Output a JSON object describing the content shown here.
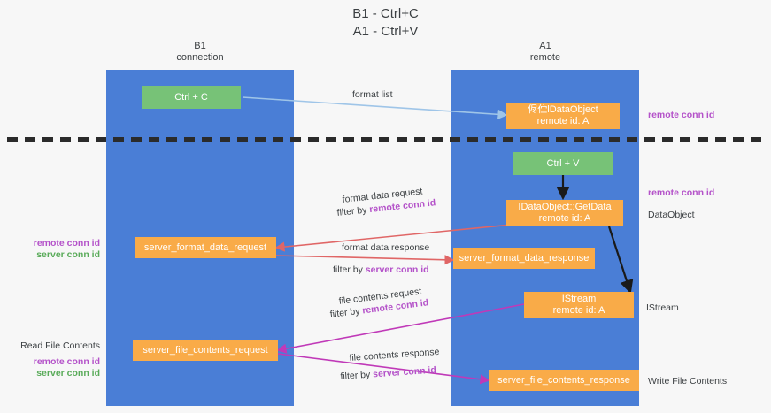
{
  "title": "B1 - Ctrl+C\nA1 - Ctrl+V",
  "lanes": [
    {
      "id": "b1",
      "label": "B1\nconnection"
    },
    {
      "id": "a1",
      "label": "A1\nremote"
    }
  ],
  "boxes": [
    {
      "name": "ctrl-c-box",
      "text": "Ctrl + C",
      "color": "#77c277"
    },
    {
      "name": "idataobject-box",
      "text": "侭伫lDataObject\nremote id: A",
      "color": "#f9ab48"
    },
    {
      "name": "ctrl-v-box",
      "text": "Ctrl + V",
      "color": "#77c277"
    },
    {
      "name": "idataobject-getdata-box",
      "text": "IDataObject::GetData\nremote id: A",
      "color": "#f9ab48"
    },
    {
      "name": "server-format-data-request-box",
      "text": "server_format_data_request",
      "color": "#f9ab48"
    },
    {
      "name": "server-format-data-response-box",
      "text": "server_format_data_response",
      "color": "#f9ab48"
    },
    {
      "name": "istream-box",
      "text": "IStream\nremote id: A",
      "color": "#f9ab48"
    },
    {
      "name": "server-file-contents-request-box",
      "text": "server_file_contents_request",
      "color": "#f9ab48"
    },
    {
      "name": "server-file-contents-response-box",
      "text": "server_file_contents_response",
      "color": "#f9ab48"
    }
  ],
  "edges": [
    {
      "name": "format-list-edge",
      "label": "format list",
      "filter": "",
      "filter_kind": ""
    },
    {
      "name": "format-data-request-edge",
      "label": "format data request",
      "filter": "remote conn id",
      "filter_kind": "purple",
      "prefix": "filter by "
    },
    {
      "name": "format-data-response-edge",
      "label": "format data response",
      "filter": "server conn id",
      "filter_kind": "purple",
      "prefix": "filter by "
    },
    {
      "name": "file-contents-request-edge",
      "label": "file contents request",
      "filter": "remote conn id",
      "filter_kind": "purple",
      "prefix": "filter by "
    },
    {
      "name": "file-contents-response-edge",
      "label": "file contents response",
      "filter": "server conn id",
      "filter_kind": "purple",
      "prefix": "filter by "
    }
  ],
  "annotations": {
    "right_top_conn": "remote conn id",
    "right_mid_conn": "remote conn id",
    "right_dataobject": "DataObject",
    "right_istream": "IStream",
    "right_write_file": "Write File Contents",
    "left_mid_remote": "remote conn id",
    "left_mid_server": "server conn id",
    "left_read_file": "Read File Contents",
    "left_low_remote": "remote conn id",
    "left_low_server": "server conn id"
  },
  "colors": {
    "lane": "#4a7ed6",
    "orange": "#f9ab48",
    "green": "#77c277",
    "purple": "#b452c9",
    "green_text": "#5aab5a",
    "red_arrow": "#e06666",
    "magenta_arrow": "#c039b8",
    "blue_arrow": "#9fc5e8",
    "black_arrow": "#1a1a1a",
    "background": "#f7f7f7"
  }
}
